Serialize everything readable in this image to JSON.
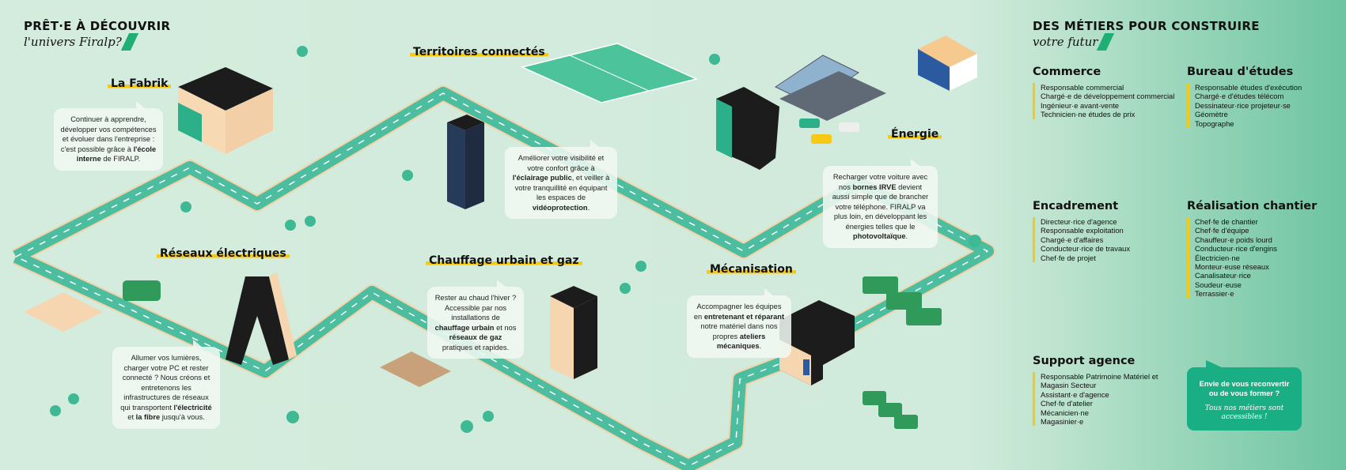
{
  "left_header": {
    "title": "PRÊT·E À DÉCOUVRIR",
    "subtitle": "l'univers Firalp?"
  },
  "sections": {
    "fabrik": {
      "title": "La Fabrik",
      "text": [
        {
          "t": "Continuer à apprendre, développer vos compétences et évoluer dans l'entreprise : c'est possible grâce à "
        },
        {
          "t": "l'école interne",
          "b": true
        },
        {
          "t": " de FIRALP."
        }
      ],
      "building_label": "La Fabrik"
    },
    "territoires": {
      "title": "Territoires connectés",
      "text": [
        {
          "t": "Améliorer votre visibilité et votre confort grâce à "
        },
        {
          "t": "l'éclairage public",
          "b": true
        },
        {
          "t": ", et veiller à votre tranquillité en équipant les espaces de "
        },
        {
          "t": "vidéoprotection",
          "b": true
        },
        {
          "t": "."
        }
      ]
    },
    "energie": {
      "title": "Énergie",
      "text": [
        {
          "t": "Recharger votre voiture avec nos "
        },
        {
          "t": "bornes IRVE",
          "b": true
        },
        {
          "t": " devient aussi simple que de brancher votre téléphone. FIRALP va plus loin, en développant les énergies telles que le "
        },
        {
          "t": "photovoltaïque",
          "b": true
        },
        {
          "t": "."
        }
      ]
    },
    "reseaux": {
      "title": "Réseaux électriques",
      "text": [
        {
          "t": "Allumer vos lumières, charger votre PC et rester connecté ? Nous créons et entretenons les infrastructures de réseaux qui transportent "
        },
        {
          "t": "l'électricité",
          "b": true
        },
        {
          "t": " et "
        },
        {
          "t": "la fibre",
          "b": true
        },
        {
          "t": " jusqu'à vous."
        }
      ]
    },
    "chauffage": {
      "title": "Chauffage urbain et gaz",
      "text": [
        {
          "t": "Rester au chaud l'hiver ? Accessible par nos installations de "
        },
        {
          "t": "chauffage urbain",
          "b": true
        },
        {
          "t": " et nos "
        },
        {
          "t": "réseaux de gaz",
          "b": true
        },
        {
          "t": " pratiques et rapides."
        }
      ]
    },
    "mecanisation": {
      "title": "Mécanisation",
      "text": [
        {
          "t": "Accompagner les équipes en "
        },
        {
          "t": "entretenant et réparant",
          "b": true
        },
        {
          "t": " notre matériel dans nos propres "
        },
        {
          "t": "ateliers mécaniques",
          "b": true
        },
        {
          "t": "."
        }
      ]
    }
  },
  "right_header": {
    "title": "DES MÉTIERS POUR CONSTRUIRE",
    "subtitle": "votre futur"
  },
  "categories": [
    {
      "title": "Commerce",
      "jobs": [
        "Responsable commercial",
        "Chargé·e de développement commercial",
        "Ingénieur·e avant-vente",
        "Technicien·ne études de prix"
      ]
    },
    {
      "title": "Bureau d'études",
      "jobs": [
        "Responsable études d'exécution",
        "Chargé·e d'études télécom",
        "Dessinateur·rice projeteur·se",
        "Géomètre",
        "Topographe"
      ]
    },
    {
      "title": "Encadrement",
      "jobs": [
        "Directeur·rice d'agence",
        "Responsable exploitation",
        "Chargé·e d'affaires",
        "Conducteur·rice de travaux",
        "Chef·fe de projet"
      ]
    },
    {
      "title": "Réalisation chantier",
      "jobs": [
        "Chef·fe de chantier",
        "Chef·fe d'équipe",
        "Chauffeur·e poids lourd",
        "Conducteur·rice d'engins",
        "Électricien·ne",
        "Monteur·euse réseaux",
        "Canalisateur·rice",
        "Soudeur·euse",
        "Terrassier·e"
      ]
    },
    {
      "title": "Support agence",
      "jobs": [
        "Responsable Patrimoine Matériel et Magasin Secteur",
        "Assistant·e d'agence",
        "Chef·fe d'atelier",
        "Mécanicien·ne",
        "Magasinier·e"
      ]
    }
  ],
  "cta": {
    "line1": "Envie de vous reconvertir",
    "line2": "ou de vous former ?",
    "script": "Tous nos métiers sont accessibles !"
  },
  "colors": {
    "road": "#4dbd9f",
    "accent": "#1fae74",
    "highlight": "#f6c915",
    "cta": "#19ae84",
    "dark": "#1a1a1a"
  }
}
